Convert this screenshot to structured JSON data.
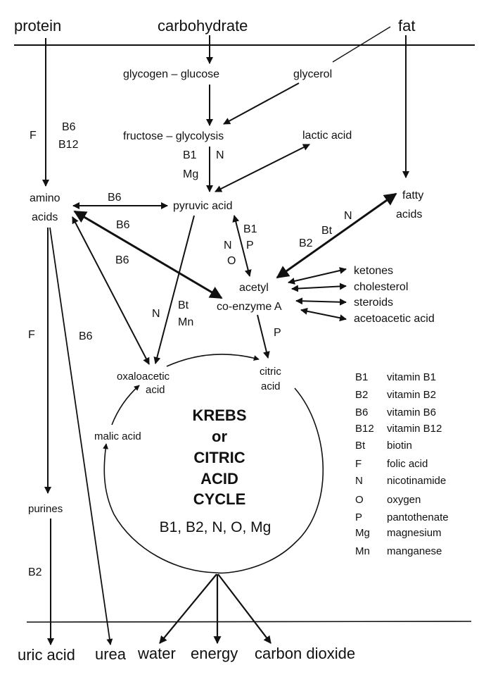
{
  "inputs": {
    "protein": "protein",
    "carbohydrate": "carbohydrate",
    "fat": "fat"
  },
  "nodes": {
    "glycogen_glucose": "glycogen – glucose",
    "glycerol": "glycerol",
    "fructose_glycolysis": "fructose – glycolysis",
    "lactic_acid": "lactic acid",
    "amino": "amino",
    "acids": "acids",
    "pyruvic_acid": "pyruvic acid",
    "fatty": "fatty",
    "fatty_acids": "acids",
    "acetyl": "acetyl",
    "co_enzyme_a": "co-enzyme A",
    "ketones": "ketones",
    "cholesterol": "cholesterol",
    "steroids": "steroids",
    "acetoacetic_acid": "acetoacetic acid",
    "oxaloacetic": "oxaloacetic",
    "oxaloacetic_acid": "acid",
    "citric": "citric",
    "citric_acid": "acid",
    "malic_acid": "malic acid",
    "purines": "purines"
  },
  "cycle": {
    "title_lines": [
      "KREBS",
      "or",
      "CITRIC",
      "ACID",
      "CYCLE"
    ],
    "cofactors": "B1, B2, N, O, Mg"
  },
  "edge_labels": {
    "protein_F": "F",
    "protein_B6": "B6",
    "protein_B12": "B12",
    "glyco_B1": "B1",
    "glyco_N": "N",
    "glyco_Mg": "Mg",
    "amino_pyruvic_B6": "B6",
    "amino_acetyl_B6": "B6",
    "amino_oxalo_B6": "B6",
    "pyr_acetyl_B1": "B1",
    "pyr_acetyl_P": "P",
    "pyr_acetyl_N": "N",
    "pyr_acetyl_O": "O",
    "fatty_B2": "B2",
    "fatty_Bt": "Bt",
    "fatty_N": "N",
    "pyr_oxalo_N": "N",
    "pyr_oxalo_Bt": "Bt",
    "pyr_oxalo_Mn": "Mn",
    "acetyl_citric_P": "P",
    "amino_purines_F": "F",
    "amino_urea_B6": "B6",
    "purines_uric_B2": "B2"
  },
  "outputs": {
    "uric_acid": "uric acid",
    "urea": "urea",
    "water": "water",
    "energy": "energy",
    "carbon_dioxide": "carbon dioxide"
  },
  "legend": [
    {
      "abbr": "B1",
      "meaning": "vitamin B1"
    },
    {
      "abbr": "B2",
      "meaning": "vitamin B2"
    },
    {
      "abbr": "B6",
      "meaning": "vitamin B6"
    },
    {
      "abbr": "B12",
      "meaning": "vitamin B12"
    },
    {
      "abbr": "Bt",
      "meaning": "biotin"
    },
    {
      "abbr": "F",
      "meaning": "folic acid"
    },
    {
      "abbr": "N",
      "meaning": "nicotinamide"
    },
    {
      "abbr": "O",
      "meaning": "oxygen"
    },
    {
      "abbr": "P",
      "meaning": "pantothenate"
    },
    {
      "abbr": "Mg",
      "meaning": "magnesium"
    },
    {
      "abbr": "Mn",
      "meaning": "manganese"
    }
  ]
}
